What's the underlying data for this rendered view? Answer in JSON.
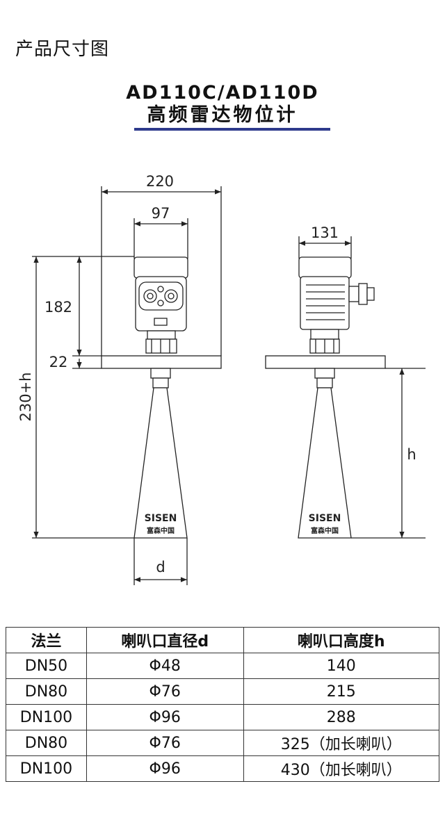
{
  "header": {
    "section_title": "产品尺寸图"
  },
  "model": {
    "line1": "AD110C/AD110D",
    "line2": "高频雷达物位计"
  },
  "dimensions": {
    "overall_width": "220",
    "housing_width": "97",
    "housing_height": "182",
    "flange_thickness": "22",
    "total_height": "230+h",
    "side_width": "131",
    "horn_height": "h",
    "horn_diameter": "d"
  },
  "brand": {
    "logo_text": "SISEN",
    "sub_text": "富森中国"
  },
  "table": {
    "headers": [
      "法兰",
      "喇叭口直径d",
      "喇叭口高度h"
    ],
    "rows": [
      [
        "DN50",
        "Φ48",
        "140"
      ],
      [
        "DN80",
        "Φ76",
        "215"
      ],
      [
        "DN100",
        "Φ96",
        "288"
      ],
      [
        "DN80",
        "Φ76",
        "325（加长喇叭）"
      ],
      [
        "DN100",
        "Φ96",
        "430（加长喇叭）"
      ]
    ]
  }
}
